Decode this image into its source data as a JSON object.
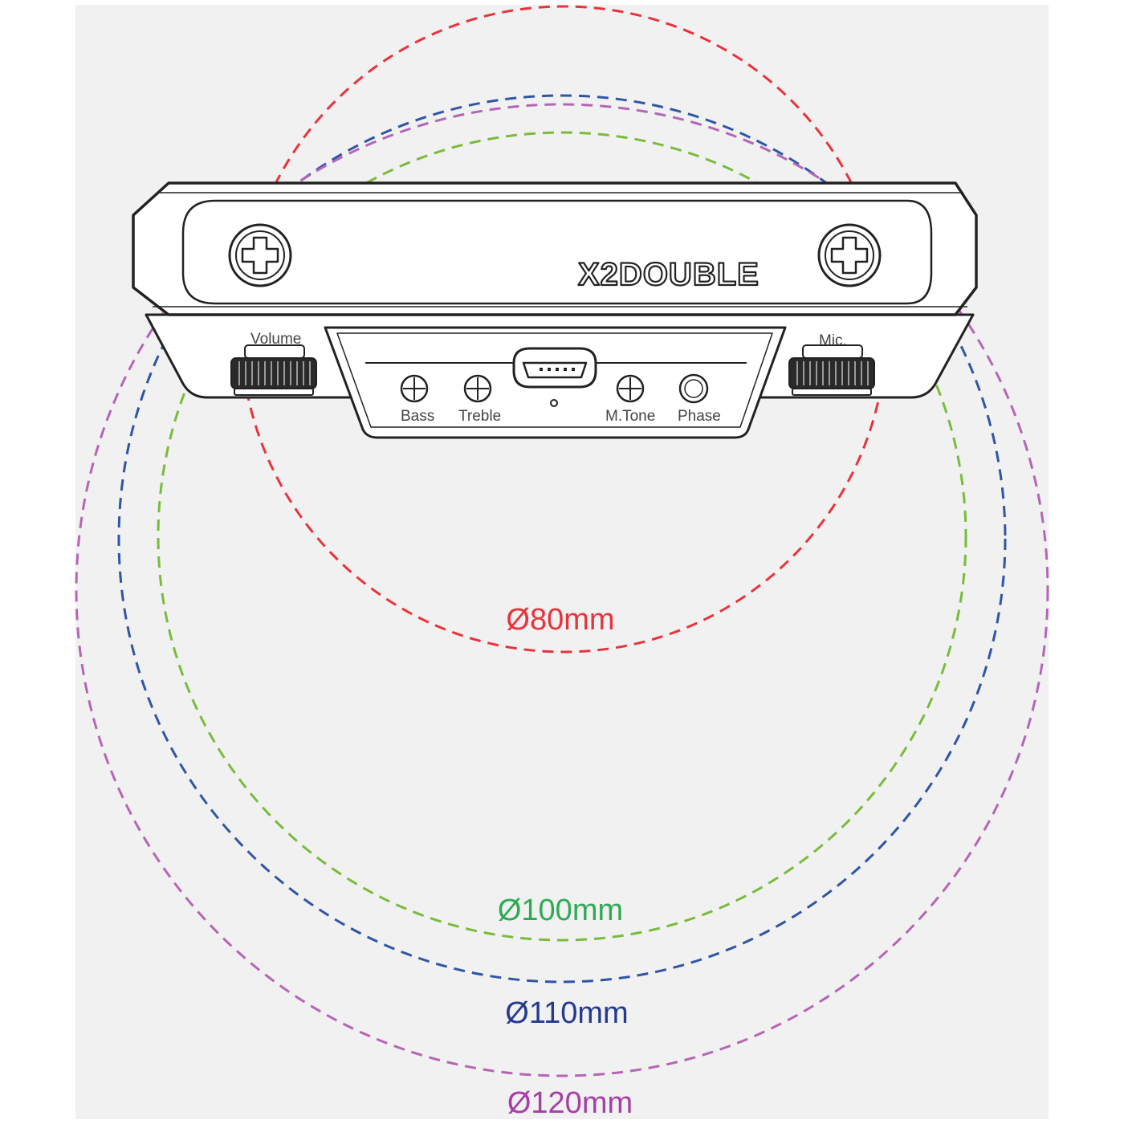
{
  "device": {
    "brand": "X2DOUBLE",
    "wheels": {
      "left_label": "Volume",
      "right_label": "Mic."
    },
    "knobs": [
      "Bass",
      "Treble",
      "M.Tone"
    ],
    "phase_label": "Phase"
  },
  "circles": [
    {
      "label": "Ø80mm",
      "color": "#e8333c"
    },
    {
      "label": "Ø100mm",
      "color": "#79bb3c"
    },
    {
      "label": "Ø110mm",
      "color": "#2f55a5"
    },
    {
      "label": "Ø120mm",
      "color": "#b565b5"
    }
  ],
  "label_colors": {
    "Ø80mm": "#e8333c",
    "Ø100mm": "#2eaa55",
    "Ø110mm": "#233a8f",
    "Ø120mm": "#a63ea6"
  },
  "colors": {
    "background": "#f1f1f1",
    "outline": "#222222",
    "device_fill": "#ffffff"
  }
}
